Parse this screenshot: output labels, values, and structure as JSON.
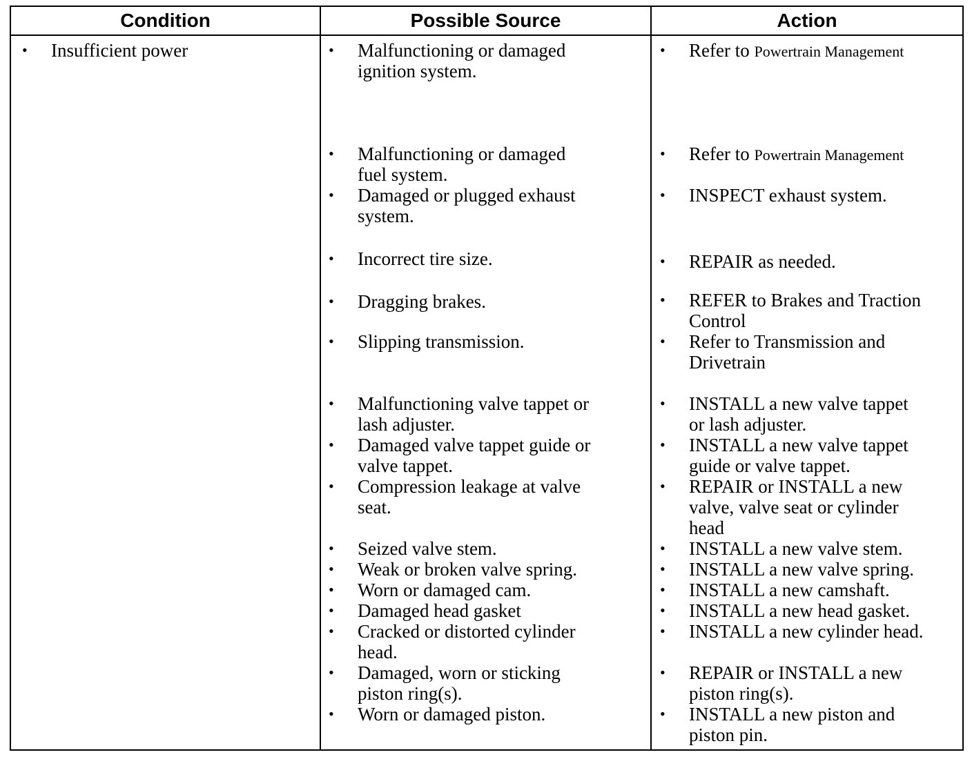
{
  "headers": {
    "condition": "Condition",
    "source": "Possible Source",
    "action": "Action"
  },
  "bullet": "•",
  "condition": {
    "text": "Insufficient power"
  },
  "sources": [
    "Malfunctioning or damaged\nignition system.",
    "Malfunctioning or damaged\nfuel system.",
    "Damaged or plugged exhaust\nsystem.",
    "Incorrect tire size.",
    "Dragging brakes.",
    "Slipping transmission.",
    "Malfunctioning valve tappet or\nlash adjuster.",
    "Damaged valve tappet guide or\nvalve tappet.",
    "Compression leakage at valve\nseat.",
    "Seized valve stem.",
    "Weak or broken valve spring.",
    "Worn or damaged cam.",
    "Damaged head gasket",
    "Cracked or distorted cylinder\nhead.",
    "Damaged, worn or sticking\npiston ring(s).",
    "Worn or damaged piston."
  ],
  "actions": [
    {
      "prefix": "Refer to ",
      "small": "Powertrain Management"
    },
    {
      "prefix": "Refer to ",
      "small": "Powertrain Management"
    },
    {
      "prefix": "INSPECT exhaust system."
    },
    {
      "prefix": "REPAIR as needed."
    },
    {
      "prefix": "REFER to Brakes and Traction\nControl"
    },
    {
      "prefix": "Refer to Transmission and\nDrivetrain"
    },
    {
      "prefix": "INSTALL a new valve tappet\nor lash adjuster."
    },
    {
      "prefix": "INSTALL a new valve tappet\nguide or valve tappet."
    },
    {
      "prefix": "REPAIR or INSTALL a new\nvalve, valve seat or cylinder\nhead"
    },
    {
      "prefix": "INSTALL a new valve stem."
    },
    {
      "prefix": "INSTALL a new valve spring."
    },
    {
      "prefix": "INSTALL a new camshaft."
    },
    {
      "prefix": "INSTALL a new head gasket."
    },
    {
      "prefix": "INSTALL a new cylinder head."
    },
    {
      "prefix": "REPAIR or INSTALL a new\npiston ring(s)."
    },
    {
      "prefix": "INSTALL a new piston and\npiston pin."
    }
  ]
}
